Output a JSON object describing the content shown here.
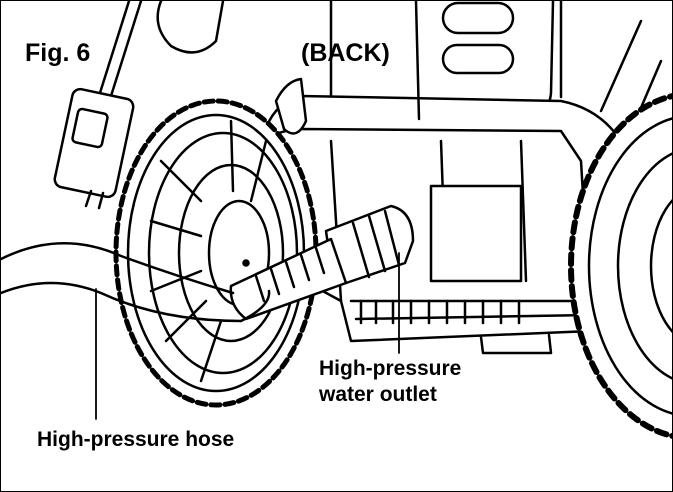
{
  "figure_label": "Fig. 6",
  "view_label": "(BACK)",
  "callouts": {
    "outlet_line1": "High-pressure",
    "outlet_line2": "water outlet",
    "hose": "High-pressure hose"
  }
}
